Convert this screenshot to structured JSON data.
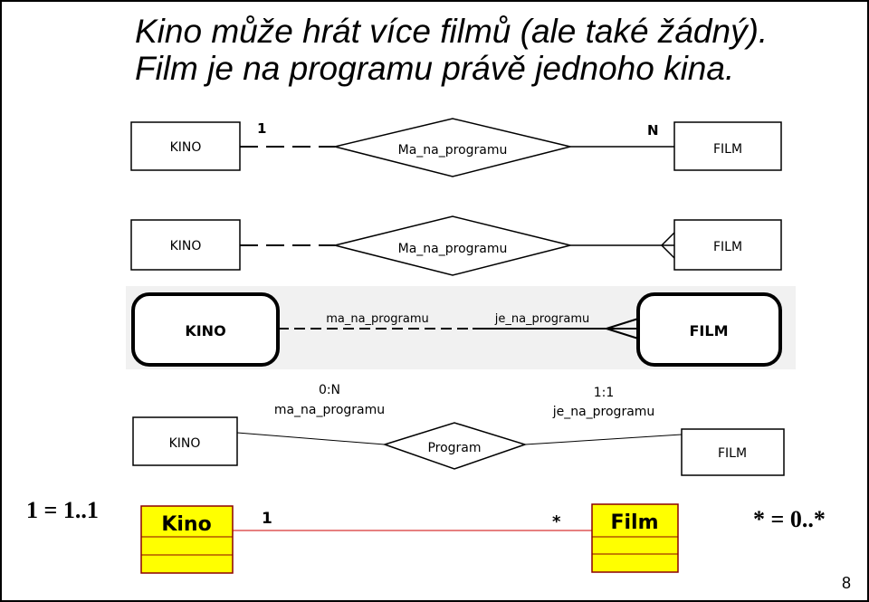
{
  "slide": {
    "title_line1": "Kino může hrát více filmů (ale také žádný).",
    "title_line2": "Film je na programu právě jednoho kina.",
    "page_number": "8"
  },
  "diagram1": {
    "entity_left": "KINO",
    "entity_right": "FILM",
    "relationship": "Ma_na_programu",
    "card_left": "1",
    "card_right": "N"
  },
  "diagram2": {
    "entity_left": "KINO",
    "entity_right": "FILM",
    "relationship": "Ma_na_programu"
  },
  "diagram3": {
    "entity_left": "KINO",
    "entity_right": "FILM",
    "role_left": "ma_na_programu",
    "role_right": "je_na_programu"
  },
  "diagram4": {
    "entity_left": "KINO",
    "entity_right": "FILM",
    "relationship": "Program",
    "card_left": "0:N",
    "role_left": "ma_na_programu",
    "card_right": "1:1",
    "role_right": "je_na_programu"
  },
  "diagram5": {
    "class_left": "Kino",
    "class_right": "Film",
    "mult_left": "1",
    "mult_right": "*",
    "note_left": "1 = 1..1",
    "note_right": "* = 0..*",
    "class_fill": "#ffff00",
    "link_color": "#cc0000"
  }
}
